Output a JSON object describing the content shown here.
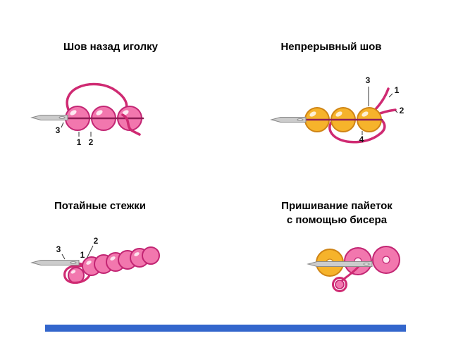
{
  "page": {
    "background": "#ffffff",
    "divider_color": "#3366cc"
  },
  "colors": {
    "bead_pink": "#f277ae",
    "bead_pink_outline": "#c22573",
    "bead_yellow": "#f6b32b",
    "bead_yellow_outline": "#cf8415",
    "sequin_hole_pink": "#ffe9f3",
    "sequin_hole_yellow": "#fff3d9",
    "thread": "#cf2a72",
    "thread_dark": "#8f1d55",
    "needle_fill": "#cccccc",
    "needle_outline": "#8a8a8a",
    "label_text": "#111111"
  },
  "diagrams": {
    "backstitch": {
      "title": "Шов назад иголку",
      "labels": {
        "n1": "1",
        "n2": "2",
        "n3": "3"
      }
    },
    "continuous": {
      "title": "Непрерывный шов",
      "labels": {
        "n1": "1",
        "n2": "2",
        "n3": "3",
        "n4": "4"
      }
    },
    "blind": {
      "title": "Потайные стежки",
      "labels": {
        "n1": "1",
        "n2": "2",
        "n3": "3"
      }
    },
    "sequin": {
      "title_line1": "Пришивание пайеток",
      "title_line2": "с помощью бисера"
    }
  }
}
